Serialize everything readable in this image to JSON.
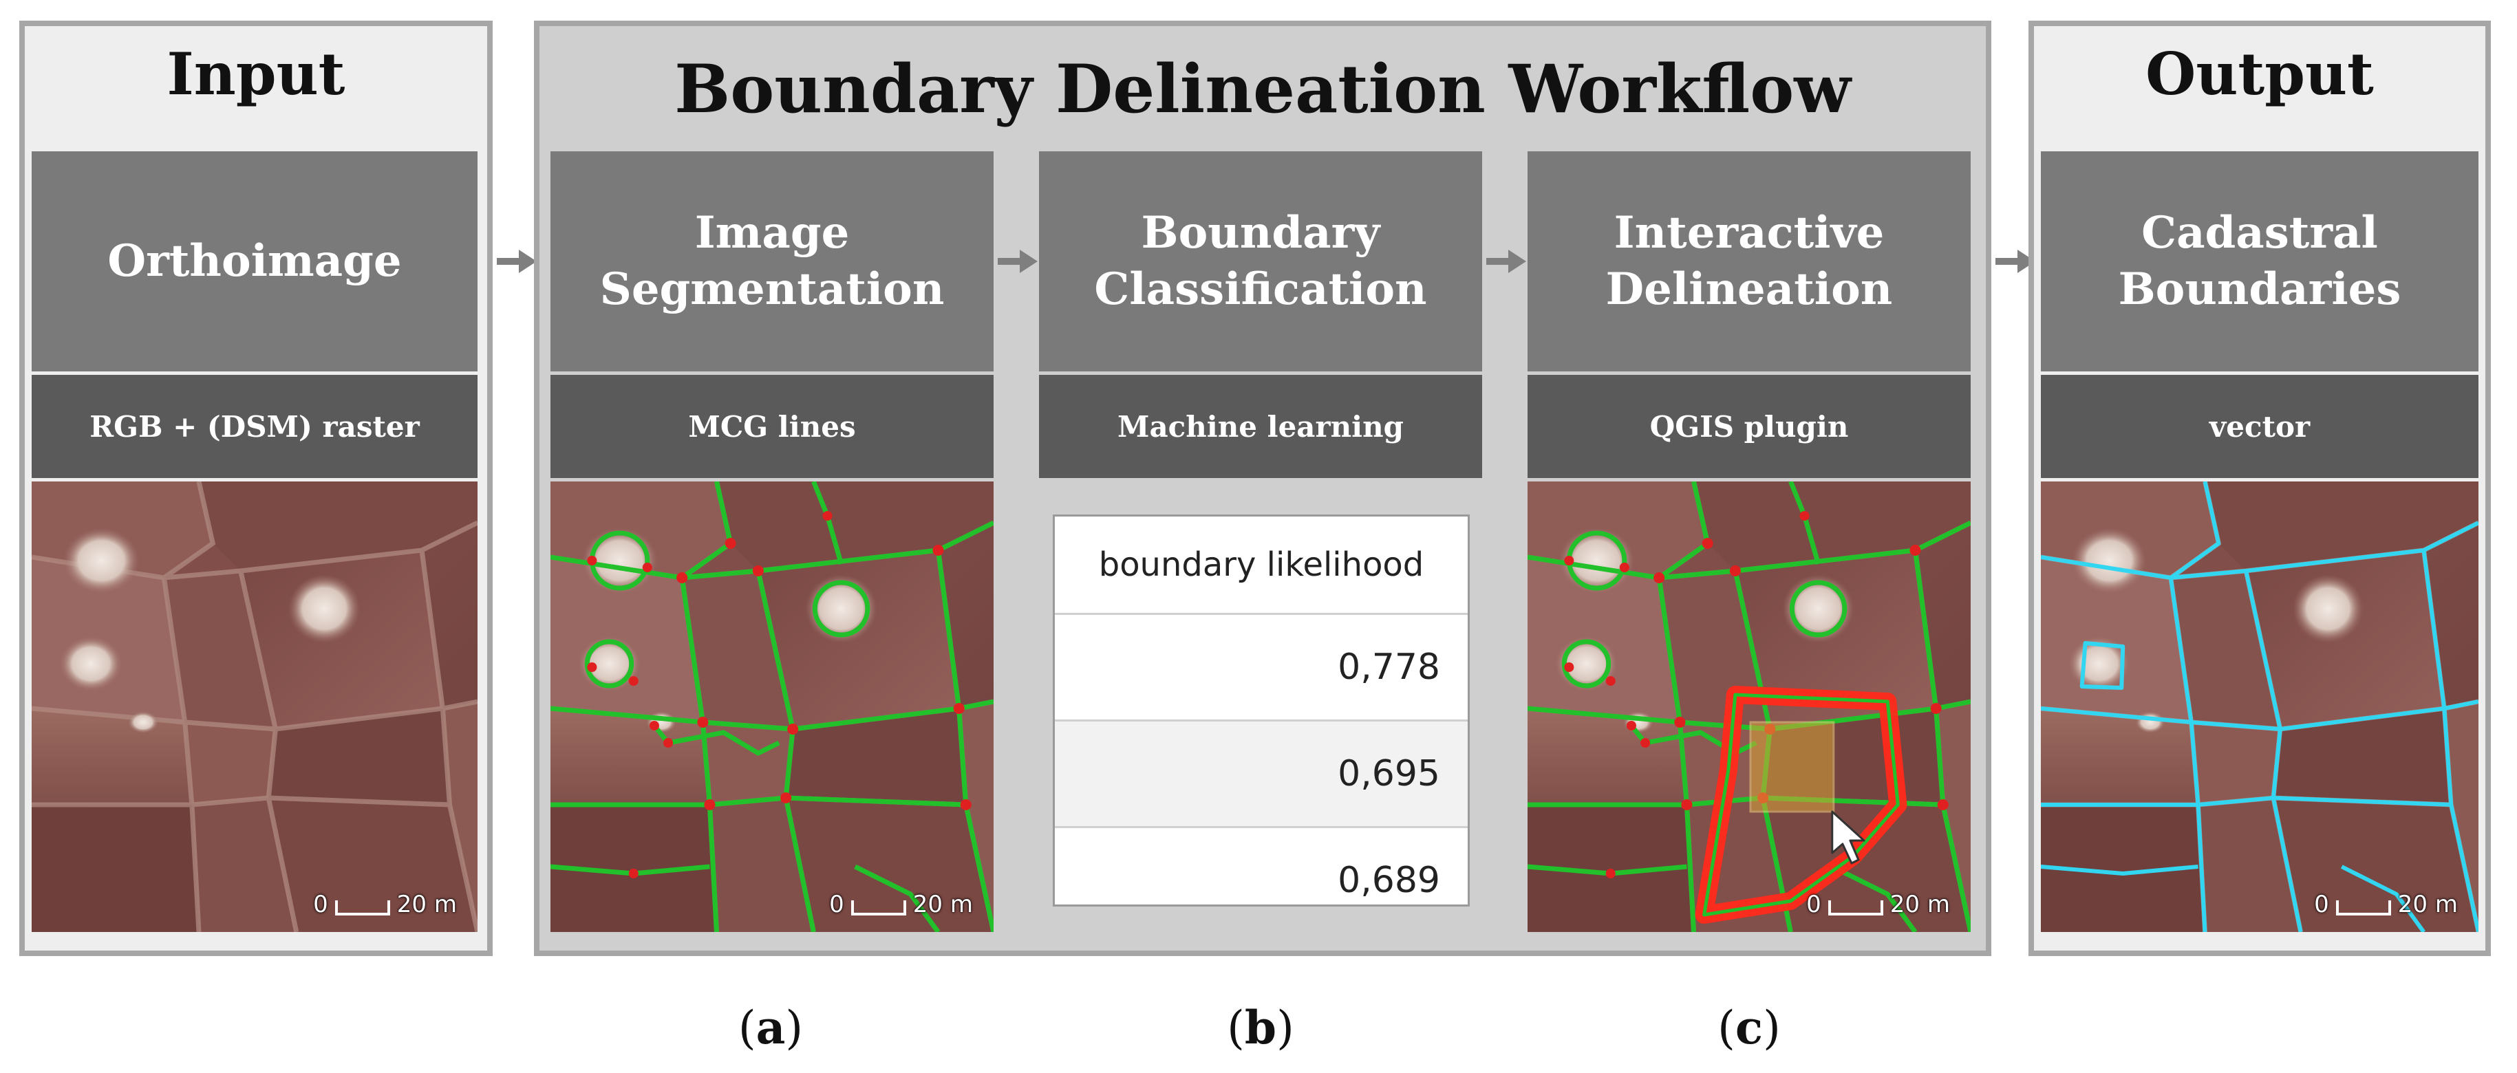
{
  "input_panel": {
    "title": "Input"
  },
  "workflow_panel": {
    "title": "Boundary Delineation Workflow"
  },
  "output_panel": {
    "title": "Output"
  },
  "stages": [
    {
      "heading": "Orthoimage",
      "subheading": "RGB + (DSM) raster"
    },
    {
      "heading": "Image\nSegmentation",
      "subheading": "MCG lines"
    },
    {
      "heading": "Boundary\nClassification",
      "subheading": "Machine learning"
    },
    {
      "heading": "Interactive\nDelineation",
      "subheading": "QGIS plugin"
    },
    {
      "heading": "Cadastral\nBoundaries",
      "subheading": "vector"
    }
  ],
  "scale_bar": {
    "zero": "0",
    "length": "20 m"
  },
  "likelihood_table": {
    "header": "boundary likelihood",
    "values": [
      "0,778",
      "0,695",
      "0,689"
    ]
  },
  "captions": [
    {
      "open": "(",
      "letter": "a",
      "close": ")"
    },
    {
      "open": "(",
      "letter": "b",
      "close": ")"
    },
    {
      "open": "(",
      "letter": "c",
      "close": ")"
    }
  ],
  "colors": {
    "panel_border": "#a6a6a6",
    "stage_header": "#7a7a7a",
    "stage_subheader": "#5a5a5a",
    "segment_lines": "#22c02a",
    "nodes": "#e02020",
    "selected_boundary": "#ff2a1a",
    "output_vectors": "#33d6f0"
  }
}
